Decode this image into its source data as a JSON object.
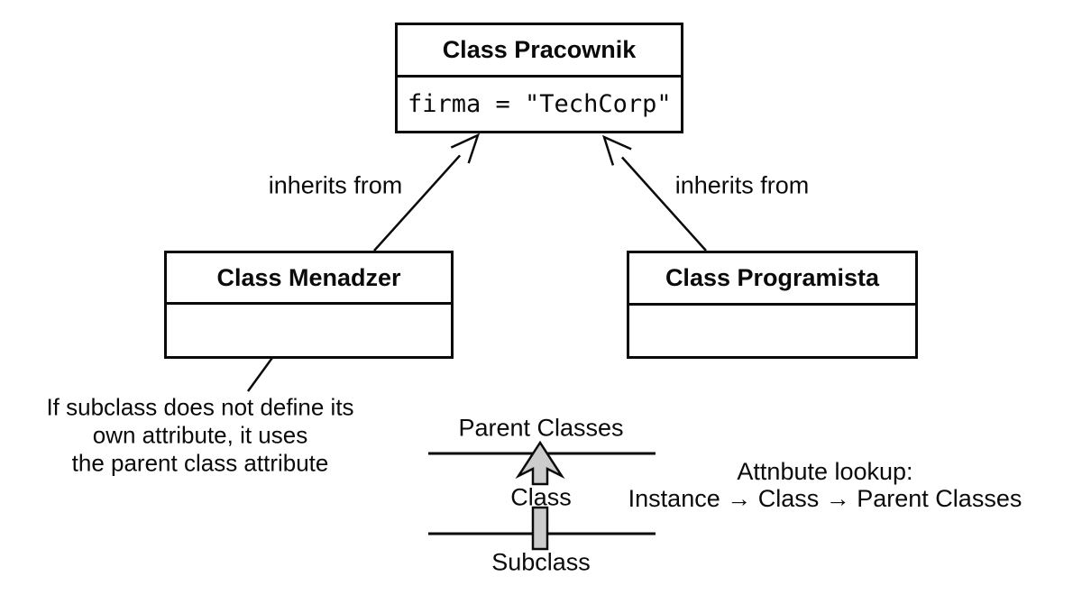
{
  "diagram": {
    "parent_class": {
      "title": "Class Pracownik",
      "attribute": "firma = \"TechCorp\""
    },
    "left_class": {
      "title": "Class Menadzer",
      "attribute": ""
    },
    "right_class": {
      "title": "Class Programista",
      "attribute": ""
    },
    "edge_left_label": "inherits from",
    "edge_right_label": "inherits from",
    "annotation": "If subclass does not define its\nown attribute, it uses\nthe parent class attribute",
    "legend": {
      "top_label": "Parent Classes",
      "mid_label": "Class",
      "bottom_label": "Subclass"
    },
    "lookup": {
      "heading": "Attnbute lookup:",
      "chain": "Instance → Class → Parent Classes"
    },
    "colors": {
      "line": "#0a0a0a",
      "arrow_fill": "#cccccc",
      "background": "#ffffff"
    }
  }
}
